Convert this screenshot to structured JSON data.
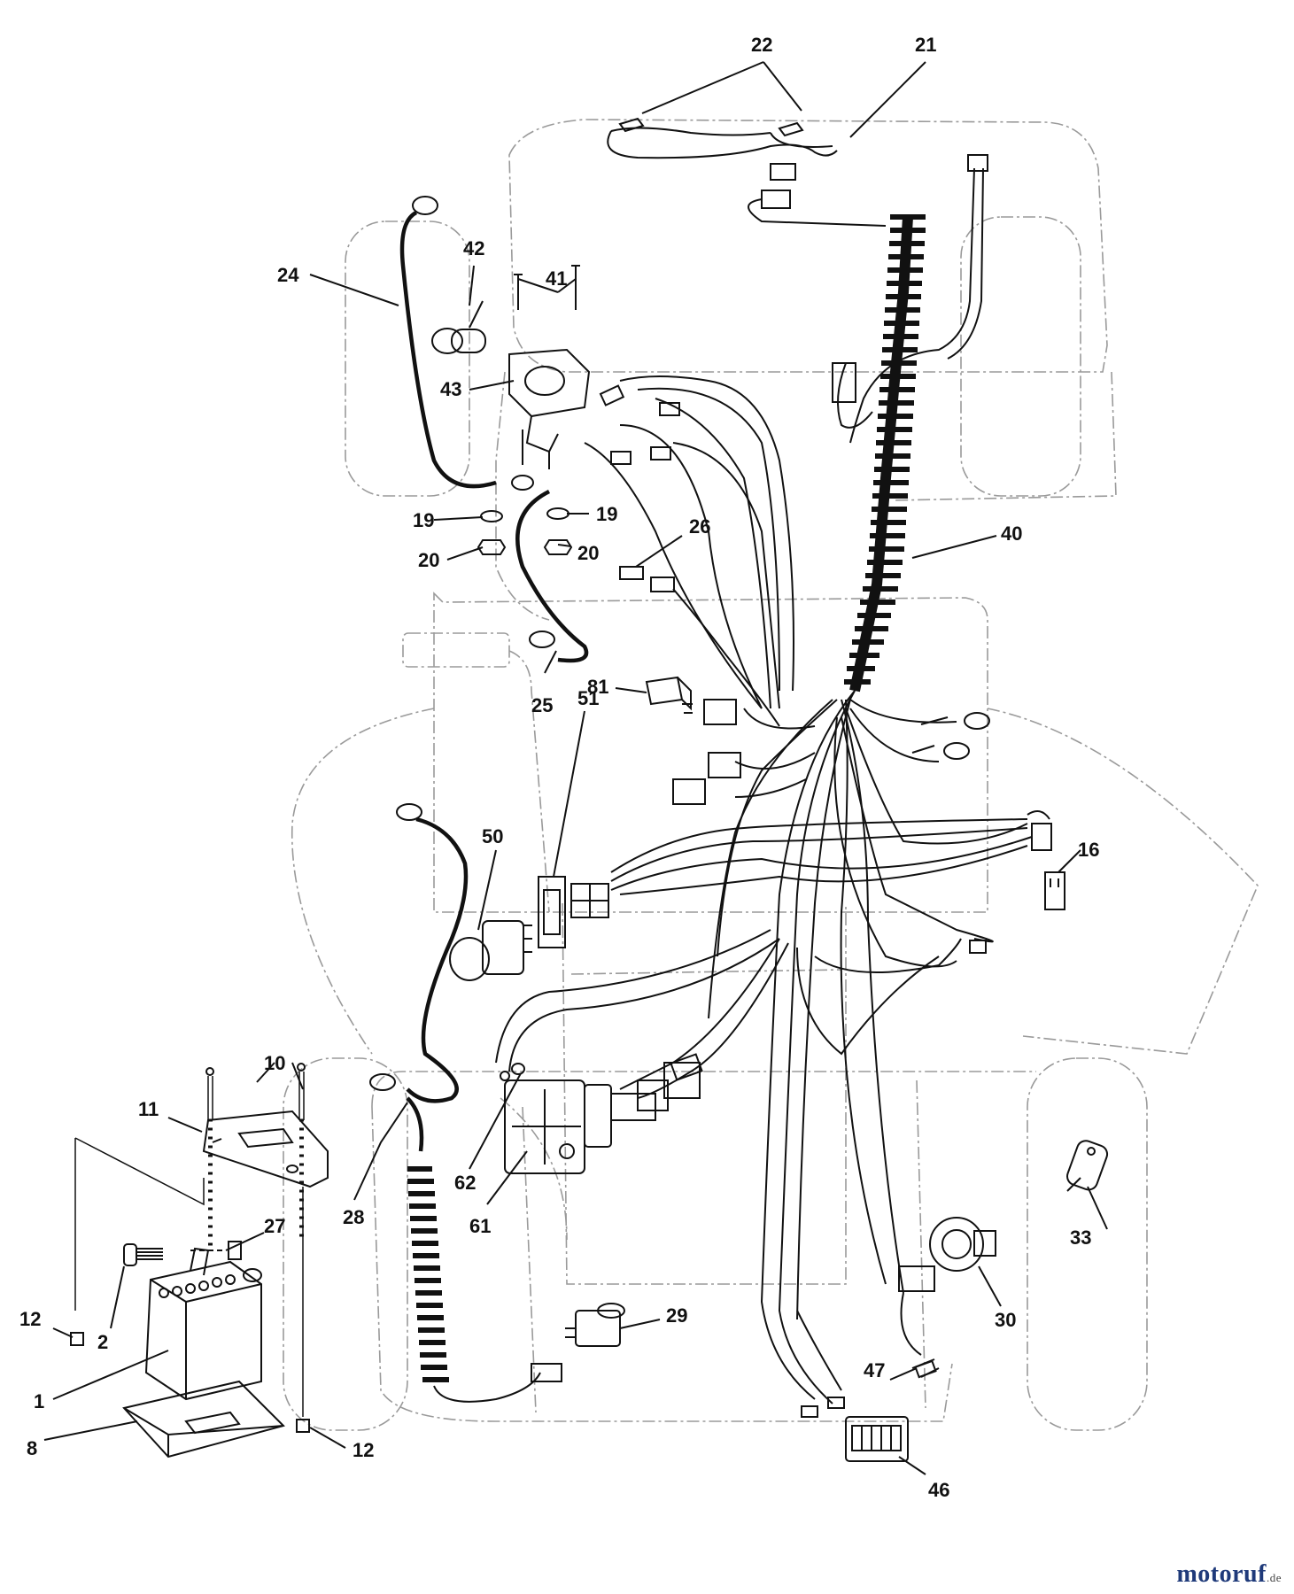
{
  "watermark": {
    "main": "motoruf",
    "suffix": ".de"
  },
  "callouts": {
    "c1": "1",
    "c2": "2",
    "c8": "8",
    "c10": "10",
    "c11": "11",
    "c12a": "12",
    "c12b": "12",
    "c16": "16",
    "c19a": "19",
    "c19b": "19",
    "c20a": "20",
    "c20b": "20",
    "c21": "21",
    "c22": "22",
    "c24": "24",
    "c25": "25",
    "c26": "26",
    "c27": "27",
    "c28": "28",
    "c29": "29",
    "c30": "30",
    "c33": "33",
    "c40": "40",
    "c41": "41",
    "c42": "42",
    "c43": "43",
    "c46": "46",
    "c47": "47",
    "c50": "50",
    "c51": "51",
    "c61": "61",
    "c62": "62",
    "c81": "81"
  },
  "colors": {
    "line": "#111111",
    "ghost": "#9a9a9a",
    "watermark": "#1f3a7a",
    "accent": "#e07a10"
  }
}
